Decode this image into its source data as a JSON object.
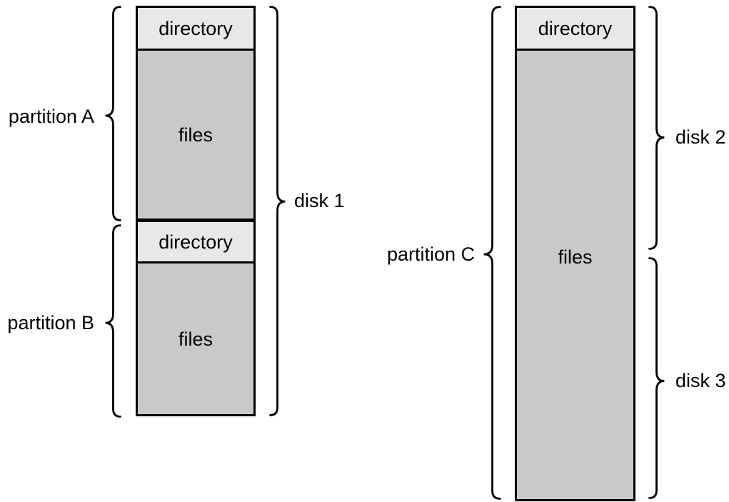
{
  "diagram": {
    "disk1": {
      "label": "disk 1",
      "partitions": [
        {
          "label": "partition A",
          "sections": [
            {
              "label": "directory"
            },
            {
              "label": "files"
            }
          ]
        },
        {
          "label": "partition B",
          "sections": [
            {
              "label": "directory"
            },
            {
              "label": "files"
            }
          ]
        }
      ]
    },
    "disk_group_2": {
      "partition": {
        "label": "partition C",
        "sections": [
          {
            "label": "directory"
          },
          {
            "label": "files"
          }
        ]
      },
      "disks": [
        {
          "label": "disk 2"
        },
        {
          "label": "disk 3"
        }
      ]
    },
    "colors": {
      "directory_fill": "#e8e8e8",
      "files_fill": "#c9c9c9",
      "outline": "#000000",
      "background": "#ffffff"
    }
  }
}
